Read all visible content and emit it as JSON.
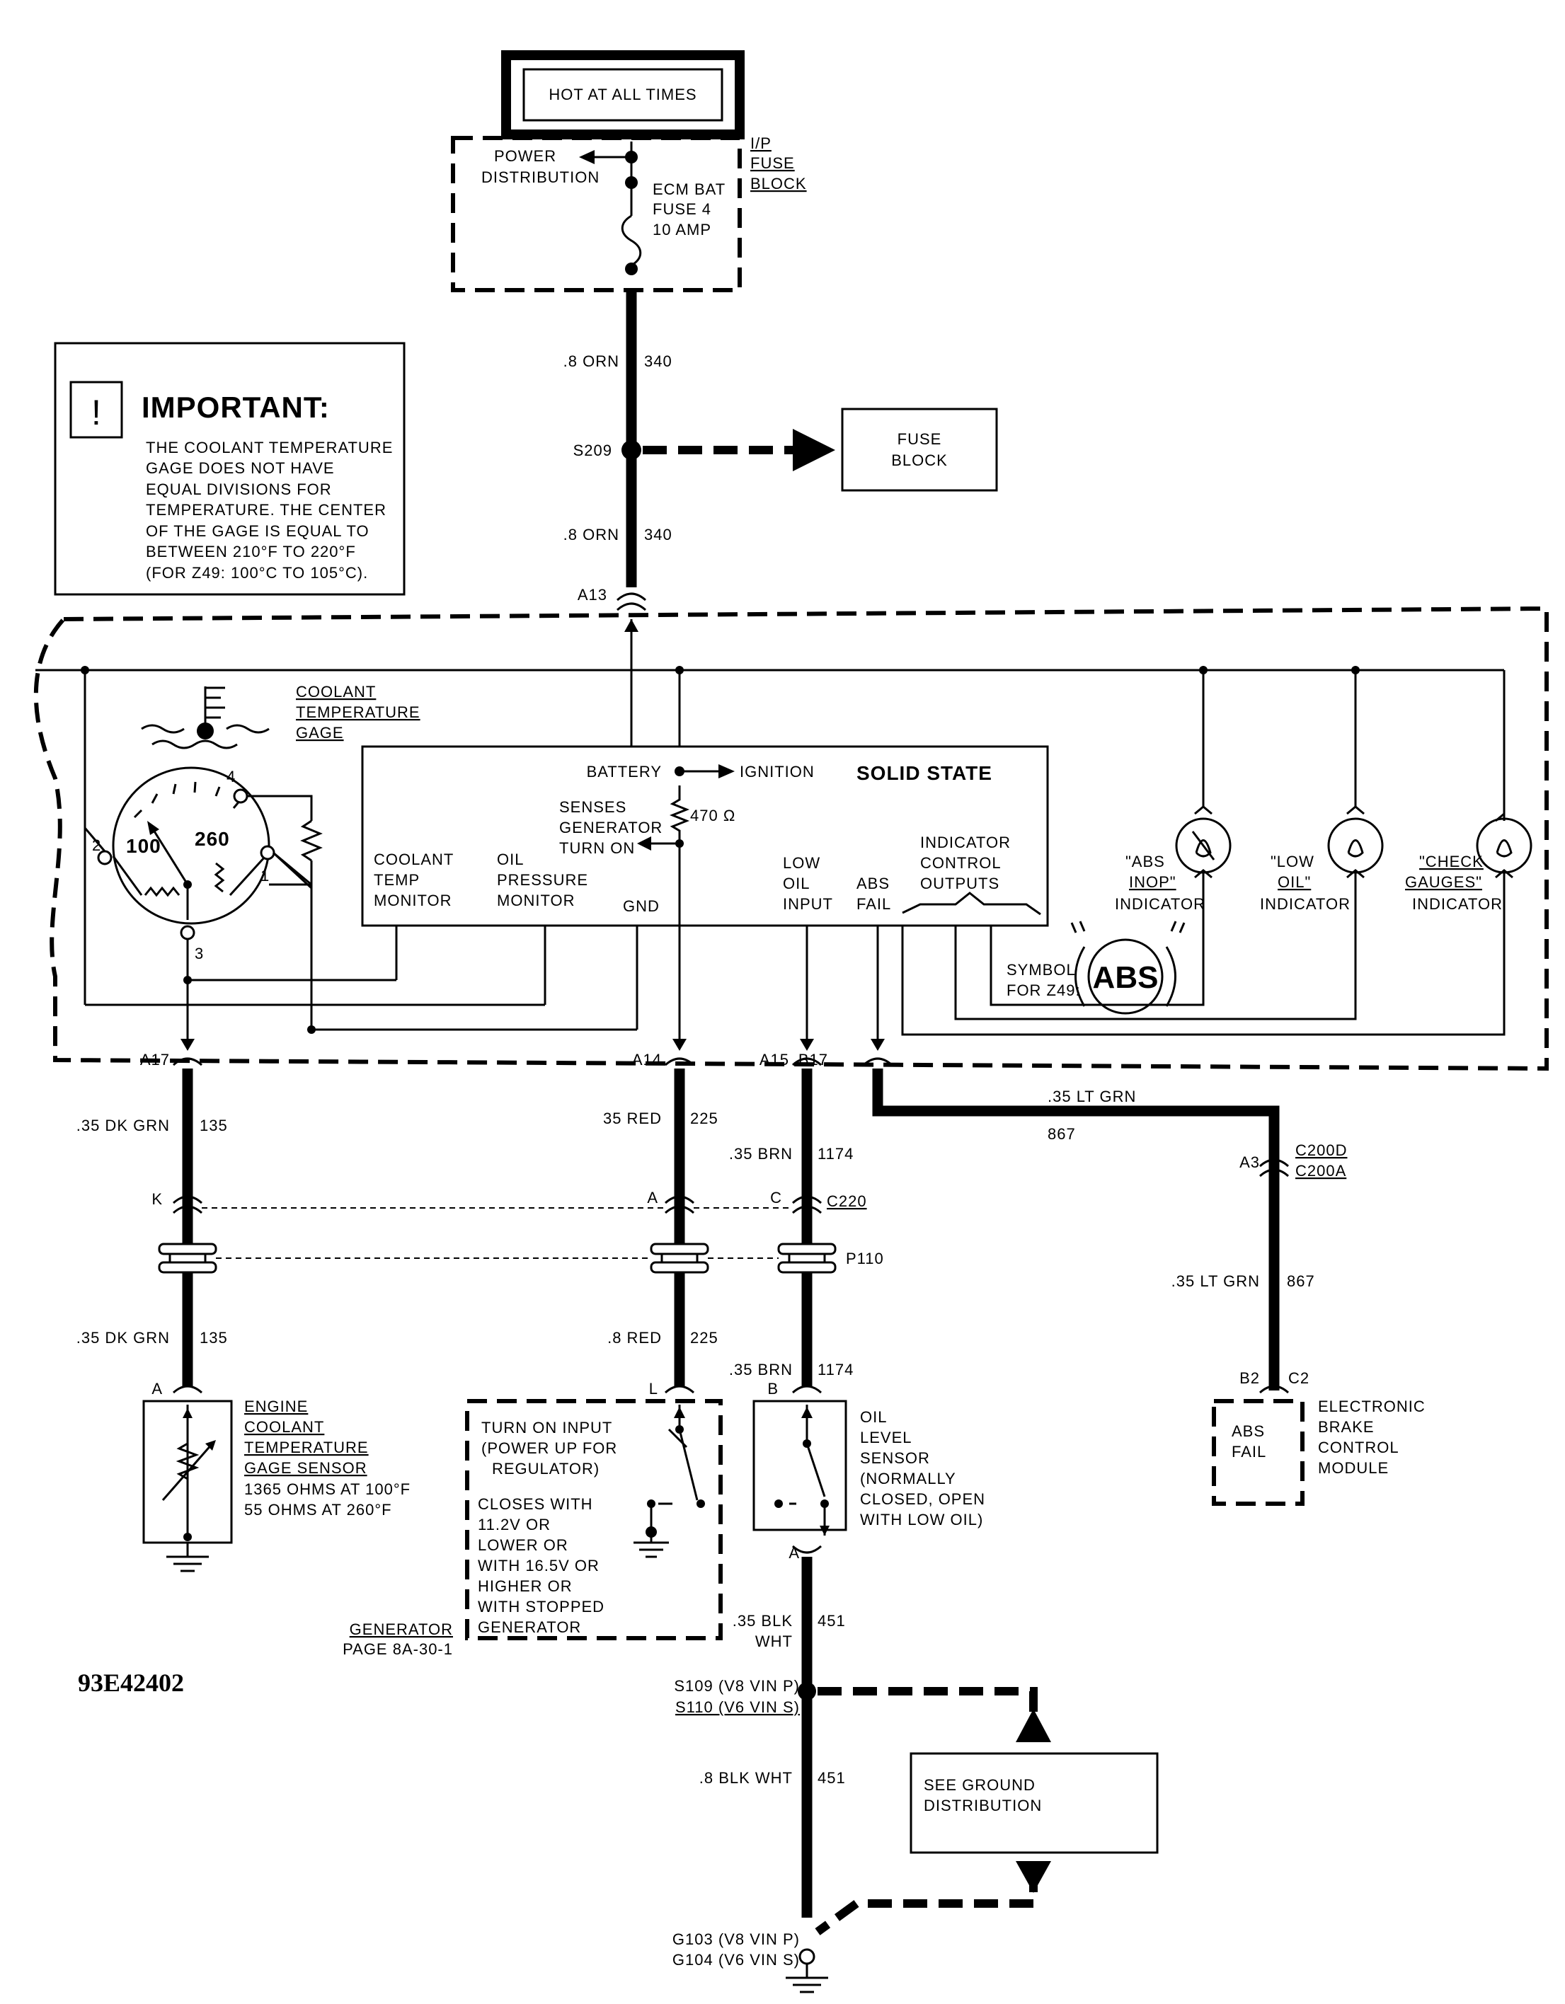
{
  "diagram_id": "93E42402",
  "hot_box": "HOT AT ALL TIMES",
  "fuse_block": {
    "power_distribution": [
      "POWER",
      "DISTRIBUTION"
    ],
    "label": [
      "I/P",
      "FUSE",
      "BLOCK"
    ],
    "fuse": [
      "ECM BAT",
      "FUSE 4",
      "10 AMP"
    ]
  },
  "wires_top": [
    {
      "gauge": ".8 ORN",
      "circuit": "340"
    },
    {
      "gauge": ".8 ORN",
      "circuit": "340"
    }
  ],
  "splice_s209": "S209",
  "fuse_block_box": [
    "FUSE",
    "BLOCK"
  ],
  "important": {
    "title": "IMPORTANT:",
    "lines": [
      "THE COOLANT TEMPERATURE",
      "GAGE DOES NOT HAVE",
      "EQUAL DIVISIONS FOR",
      "TEMPERATURE.  THE CENTER",
      "OF THE GAGE IS EQUAL TO",
      "BETWEEN 210°F TO 220°F",
      "(FOR Z49:  100°C TO 105°C)."
    ]
  },
  "connectors": {
    "a13": "A13",
    "a17": "A17",
    "a14": "A14",
    "a15": "A15",
    "b17": "B17",
    "k": "K",
    "a": "A",
    "c": "C",
    "c220": "C220",
    "p110": "P110",
    "a3": "A3",
    "c200d": "C200D",
    "c200a": "C200A",
    "sensor_a": "A",
    "gen_l": "L",
    "oil_b": "B",
    "oil_a": "A",
    "b2": "B2",
    "c2": "C2"
  },
  "cluster": {
    "coolant_gage": [
      "COOLANT",
      "TEMPERATURE",
      "GAGE"
    ],
    "gage_terms": {
      "t1": "1",
      "t2": "2",
      "t3": "3",
      "t4": "4",
      "low": "100",
      "high": "260"
    },
    "solid_state": "SOLID STATE",
    "battery": "BATTERY",
    "ignition": "IGNITION",
    "resistor": "470 Ω",
    "senses": [
      "SENSES",
      "GENERATOR",
      "TURN ON"
    ],
    "coolant_monitor": [
      "COOLANT",
      "TEMP",
      "MONITOR"
    ],
    "oil_monitor": [
      "OIL",
      "PRESSURE",
      "MONITOR"
    ],
    "gnd": "GND",
    "low_oil_input": [
      "LOW",
      "OIL",
      "INPUT"
    ],
    "abs_fail": [
      "ABS",
      "FAIL"
    ],
    "indicator_outputs": [
      "INDICATOR",
      "CONTROL",
      "OUTPUTS"
    ],
    "abs_inop": [
      "\"ABS",
      "INOP\"",
      "INDICATOR"
    ],
    "low_oil": [
      "\"LOW",
      "OIL\"",
      "INDICATOR"
    ],
    "check_gauges": [
      "\"CHECK",
      "GAUGES\"",
      "INDICATOR"
    ],
    "symbol": [
      "SYMBOL",
      "FOR Z49:"
    ],
    "abs_symbol": "ABS"
  },
  "wires_bottom": {
    "dk_grn_1": {
      "gauge": ".35 DK GRN",
      "circuit": "135"
    },
    "dk_grn_2": {
      "gauge": ".35 DK GRN",
      "circuit": "135"
    },
    "red_1": {
      "gauge": "35 RED",
      "circuit": "225"
    },
    "red_2": {
      "gauge": ".8 RED",
      "circuit": "225"
    },
    "brn_1": {
      "gauge": ".35 BRN",
      "circuit": "1174"
    },
    "brn_2": {
      "gauge": ".35 BRN",
      "circuit": "1174"
    },
    "lt_grn_1": {
      "gauge": ".35 LT GRN",
      "circuit": "867"
    },
    "lt_grn_2": {
      "gauge": ".35 LT GRN",
      "circuit": "867"
    },
    "blk_1": {
      "gauge": ".35 BLK",
      "gauge2": "WHT",
      "circuit": "451"
    },
    "blk_2": {
      "gauge": ".8 BLK WHT",
      "circuit": "451"
    }
  },
  "sensor": {
    "name": [
      "ENGINE",
      "COOLANT",
      "TEMPERATURE",
      "GAGE SENSOR"
    ],
    "specs": [
      "1365 OHMS AT 100°F",
      "55 OHMS AT 260°F"
    ]
  },
  "generator": {
    "box": [
      "TURN ON INPUT",
      "(POWER UP FOR",
      "REGULATOR)"
    ],
    "closes": [
      "CLOSES WITH",
      "11.2V OR",
      "LOWER OR",
      "WITH 16.5V OR",
      "HIGHER OR",
      "WITH STOPPED",
      "GENERATOR"
    ],
    "label": "GENERATOR",
    "page": "PAGE 8A-30-1"
  },
  "oil_sensor": [
    "OIL",
    "LEVEL",
    "SENSOR",
    "(NORMALLY",
    "CLOSED, OPEN",
    "WITH LOW OIL)"
  ],
  "ebcm": {
    "inner": [
      "ABS",
      "FAIL"
    ],
    "name": [
      "ELECTRONIC",
      "BRAKE",
      "CONTROL",
      "MODULE"
    ]
  },
  "ground": {
    "s109": "S109 (V8 VIN P)",
    "s110": "S110 (V6 VIN S)",
    "see": [
      "SEE GROUND",
      "DISTRIBUTION"
    ],
    "g103": "G103 (V8 VIN P)",
    "g104": "G104 (V6 VIN S)"
  }
}
